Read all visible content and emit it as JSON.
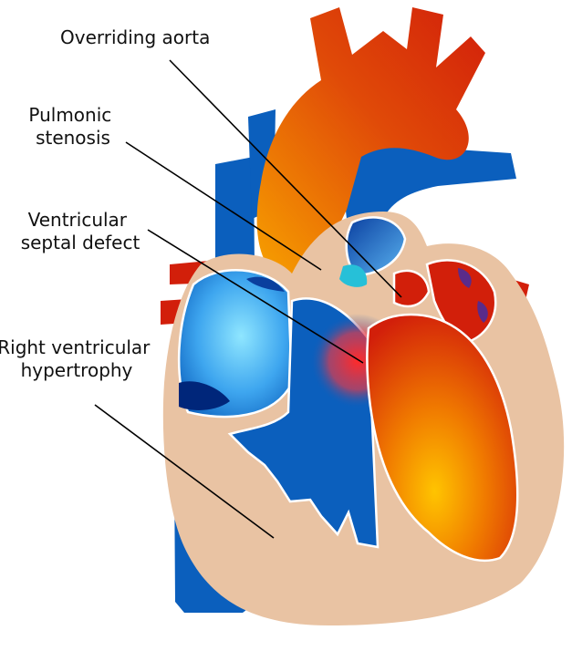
{
  "diagram": {
    "labels": [
      {
        "id": "overriding-aorta",
        "lines": [
          "Overriding aorta"
        ]
      },
      {
        "id": "pulmonic-stenosis",
        "lines": [
          "Pulmonic",
          "stenosis"
        ]
      },
      {
        "id": "ventricular-septal-defect",
        "lines": [
          "Ventricular",
          "septal defect"
        ]
      },
      {
        "id": "right-ventricular-hypertrophy",
        "lines": [
          "Right ventricular",
          "hypertrophy"
        ]
      }
    ]
  },
  "colors": {
    "oxygenated_red": "#d21f0a",
    "oxygenated_orange": "#f7a000",
    "deoxygenated_blue": "#0b5fbd",
    "light_blue": "#8fe6ff",
    "dark_blue": "#00267a",
    "muscle_tan": "#e9c3a3",
    "defect_red": "#ff2a2a"
  }
}
